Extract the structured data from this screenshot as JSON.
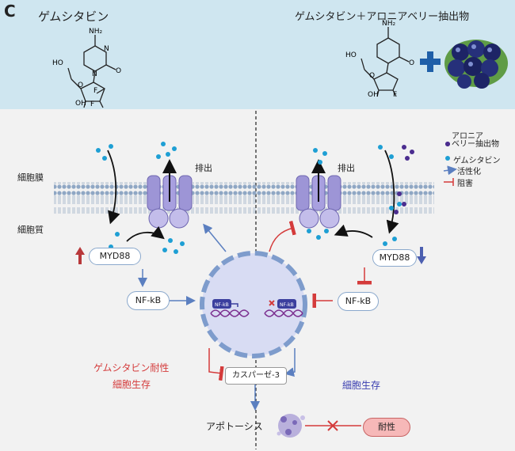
{
  "panel_label": "C",
  "left_header": "ゲムシタビン",
  "right_header": "ゲムシタビン＋アロニアベリー抽出物",
  "plus_sign": "+",
  "molecule": {
    "nh2": "NH₂",
    "n": "N",
    "o": "O",
    "ho": "HO",
    "oh": "OH",
    "f": "F"
  },
  "membrane_label": "細胞膜",
  "cytoplasm_label": "細胞質",
  "efflux_left": "排出",
  "efflux_right": "排出",
  "myd88_left": "MYD88",
  "myd88_right": "MYD88",
  "nfkb_left": "NF-kB",
  "nfkb_right": "NF-kB",
  "nfkb_nucleus": "NF-kB",
  "caspase": "カスパーゼ-3",
  "apoptosis": "アポトーシス",
  "resistance": "耐性",
  "left_outcome_1": "ゲムシタビン耐性",
  "left_outcome_2": "細胞生存",
  "right_outcome": "細胞生存",
  "legend": {
    "aronia": "アロニア\nベリー抽出物",
    "gemcitabine": "ゲムシタビン",
    "activation": "活性化",
    "inhibition": "阻害"
  },
  "colors": {
    "top_band": "#cfe6f0",
    "drug_dot": "#1e9fd4",
    "aronia_dot": "#4b2d8f",
    "activation_arrow": "#5b7fc0",
    "inhibition": "#d43b3b",
    "pump": "#9d95d6",
    "nucleus": "#d8dcf3",
    "nucleus_ring": "#7e9ccc",
    "resistance_pill": "#f6b8b8"
  }
}
